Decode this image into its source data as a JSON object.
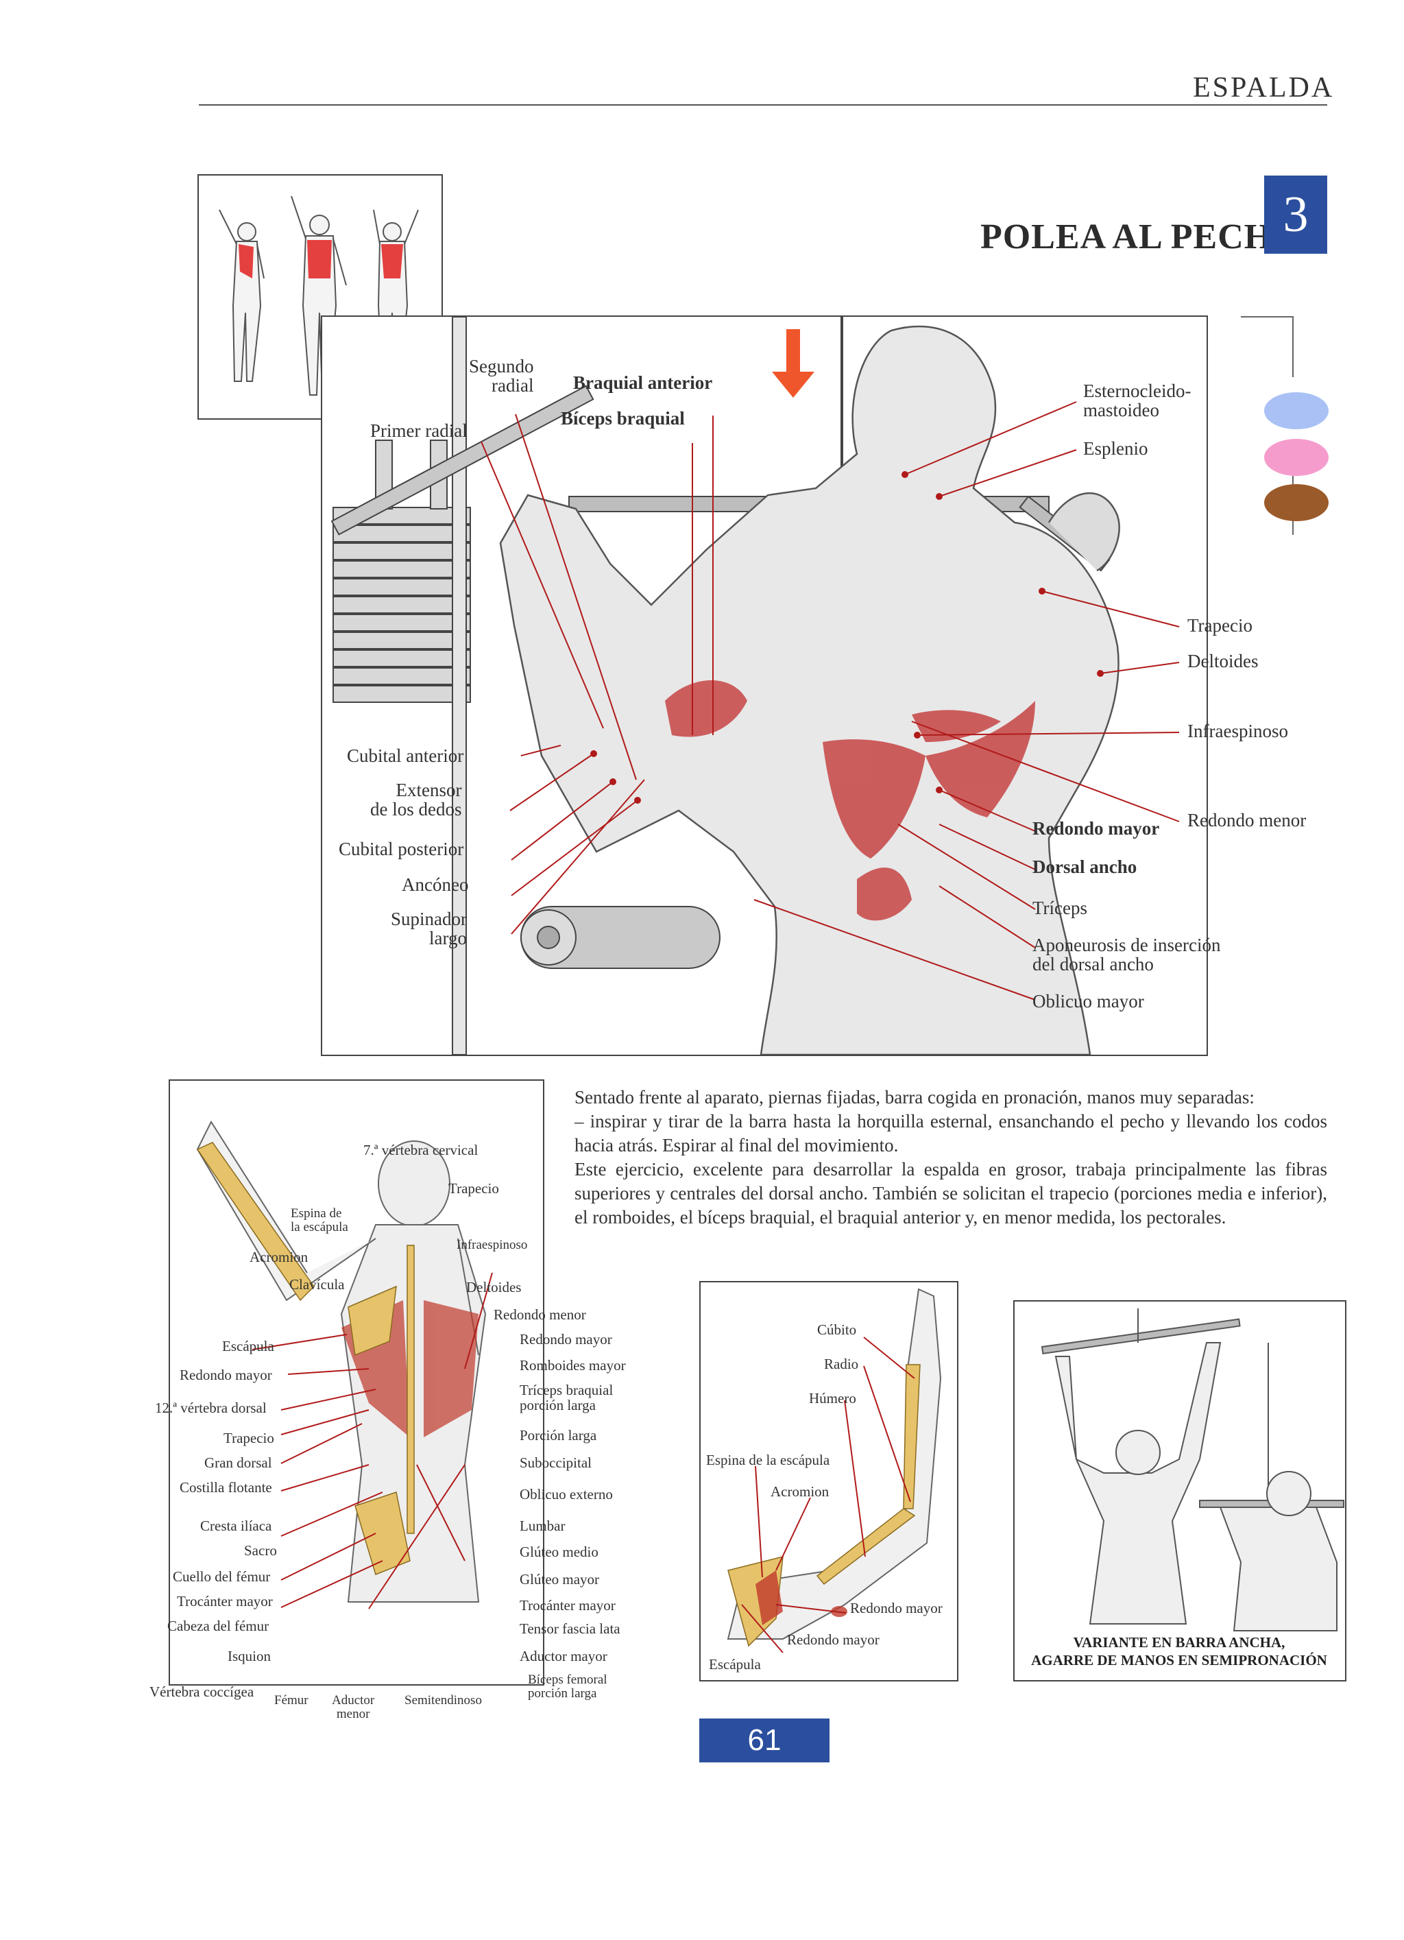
{
  "header": {
    "section": "ESPALDA"
  },
  "exercise": {
    "title": "POLEA AL PECHO",
    "number": "3"
  },
  "main_labels": {
    "segundo_radial": "Segundo\nradial",
    "primer_radial": "Primer radial",
    "braquial_anterior": "Braquial anterior",
    "biceps_braquial": "Bíceps braquial",
    "esternocleido": "Esternocleido-\nmastoideo",
    "esplenio": "Esplenio",
    "trapecio": "Trapecio",
    "deltoides": "Deltoides",
    "infraespinoso": "Infraespinoso",
    "redondo_menor": "Redondo menor",
    "redondo_mayor": "Redondo mayor",
    "dorsal_ancho": "Dorsal ancho",
    "triceps": "Tríceps",
    "aponeurosis": "Aponeurosis de inserción\ndel dorsal ancho",
    "oblicuo_mayor": "Oblicuo mayor",
    "cubital_anterior": "Cubital anterior",
    "extensor_dedos": "Extensor\nde los dedos",
    "cubital_posterior": "Cubital posterior",
    "anconeo": "Ancóneo",
    "supinador_largo": "Supinador\nlargo"
  },
  "legend": {
    "colors": [
      "#a9c1f5",
      "#f59ccd",
      "#9b5a2a"
    ]
  },
  "anatomy_labels": {
    "vertebra_cervical": "7.ª vértebra cervical",
    "trapecio": "Trapecio",
    "espina_escapula": "Espina de\nla escápula",
    "infraespinoso": "Infraespinoso",
    "acromion": "Acromion",
    "clavicula": "Clavícula",
    "deltoides": "Deltoides",
    "redondo_menor": "Redondo menor",
    "escapula": "Escápula",
    "redondo_mayor_r": "Redondo mayor",
    "redondo_mayor_l": "Redondo mayor",
    "romboides_mayor": "Romboides mayor",
    "vertebra_dorsal": "12.ª vértebra dorsal",
    "triceps_braquial": "Tríceps braquial\nporción larga",
    "porcion_larga": "Porción larga",
    "trapecio_l": "Trapecio",
    "gran_dorsal": "Gran dorsal",
    "suboccipital": "Suboccipital",
    "costilla_flotante": "Costilla flotante",
    "oblicuo_externo": "Oblicuo externo",
    "cresta_iliaca": "Cresta ilíaca",
    "lumbar": "Lumbar",
    "sacro": "Sacro",
    "gluteo_medio": "Glúteo medio",
    "cuello_femur": "Cuello del fémur",
    "gluteo_mayor": "Glúteo mayor",
    "trocanter_mayor_l": "Trocánter mayor",
    "trocanter_mayor_r": "Trocánter mayor",
    "cabeza_femur": "Cabeza del fémur",
    "tensor_fascia": "Tensor fascia lata",
    "isquion": "Isquion",
    "aductor_mayor": "Aductor mayor",
    "vertebra_coccigea": "Vértebra coccígea",
    "femur": "Fémur",
    "aductor_menor": "Aductor\nmenor",
    "semitendinoso": "Semitendinoso",
    "biceps_femoral": "Bíceps femoral\nporción larga"
  },
  "description": {
    "p1": "Sentado frente al aparato, piernas fijadas, barra cogida en pronación, manos muy separadas:",
    "p2": "– inspirar y tirar de la barra hasta la horquilla esternal, ensanchando el pecho y llevando los codos hacia atrás. Espirar al final del movimiento.",
    "p3": "Este ejercicio, excelente para desarrollar la espalda en grosor, trabaja principalmente las fibras superiores y centrales del dorsal ancho. También se solicitan el trapecio (porciones media e inferior), el romboides, el bíceps braquial, el braquial anterior y, en menor medida, los pectorales."
  },
  "arm_labels": {
    "cubito": "Cúbito",
    "radio": "Radio",
    "humero": "Húmero",
    "espina_escapula": "Espina de la escápula",
    "acromion": "Acromion",
    "redondo_mayor_1": "Redondo mayor",
    "redondo_mayor_2": "Redondo mayor",
    "escapula": "Escápula"
  },
  "variant": {
    "caption": "VARIANTE EN BARRA ANCHA,\nAGARRE DE MANOS EN SEMIPRONACIÓN"
  },
  "page": {
    "number": "61"
  }
}
